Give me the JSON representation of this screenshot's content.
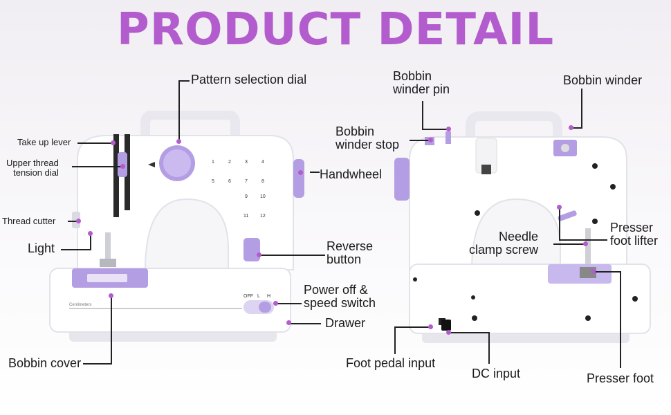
{
  "title": "PRODUCT DETAIL",
  "colors": {
    "accent": "#b35ccd",
    "machine_body": "#ffffff",
    "machine_trim": "#b49ee3",
    "leader": "#222222"
  },
  "labels": {
    "pattern_selection_dial": "Pattern selection dial",
    "take_up_lever": "Take up lever",
    "upper_thread_tension_dial": "Upper thread\ntension dial",
    "thread_cutter": "Thread cutter",
    "light": "Light",
    "reverse_button": "Reverse\nbutton",
    "power_off_speed_switch": "Power off &\nspeed switch",
    "drawer": "Drawer",
    "bobbin_cover": "Bobbin cover",
    "bobbin_winder_pin": "Bobbin\nwinder pin",
    "bobbin_winder": "Bobbin winder",
    "bobbin_winder_stop": "Bobbin\nwinder stop",
    "handwheel": "Handwheel",
    "needle_clamp_screw": "Needle\nclamp screw",
    "presser_foot_lifter": "Presser\nfoot lifter",
    "foot_pedal_input": "Foot pedal input",
    "dc_input": "DC input",
    "presser_foot": "Presser foot"
  },
  "machine_front": {
    "switch_marks": [
      "OFF",
      "L",
      "H"
    ],
    "ruler_label": "Centimeters",
    "stitch_numbers": [
      "1",
      "2",
      "3",
      "4",
      "5",
      "6",
      "7",
      "8",
      "9",
      "10",
      "11",
      "12"
    ]
  }
}
